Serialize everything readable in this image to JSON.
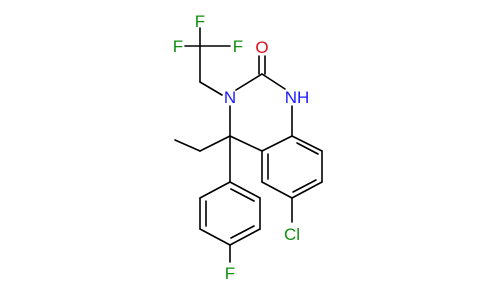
{
  "atoms": {
    "f_top": "F",
    "f_left": "F",
    "f_right": "F",
    "o": "O",
    "nh": "NH",
    "n": "N",
    "cl": "Cl",
    "f_bottom": "F"
  },
  "colors": {
    "bond": "#000000",
    "fluorine": "#0f8f0f",
    "oxygen": "#e0101c",
    "nitrogen": "#1a1aff",
    "chlorine": "#0f8f0f"
  }
}
